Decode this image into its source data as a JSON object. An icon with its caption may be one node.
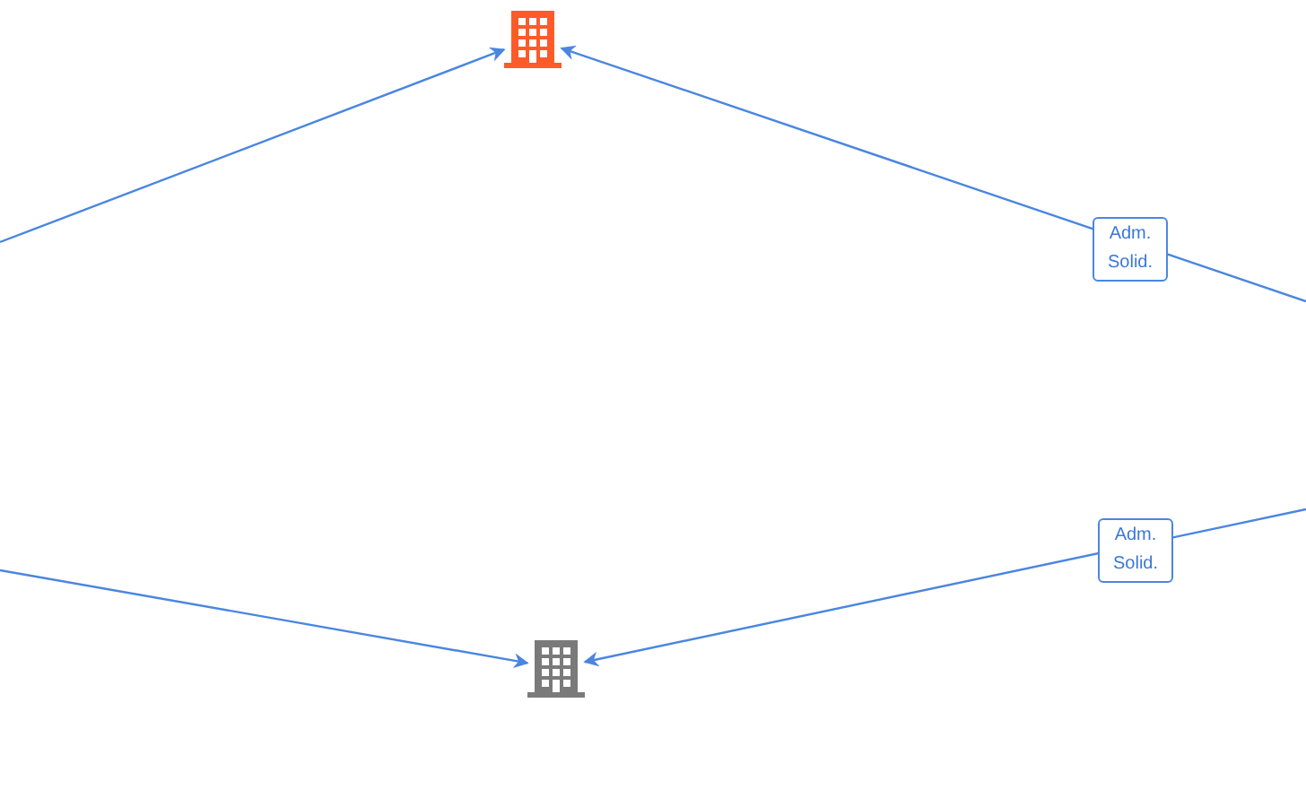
{
  "diagram": {
    "nodes": [
      {
        "text": [],
        "shape": "building"
      },
      {
        "text": [],
        "shape": "building"
      }
    ],
    "edges": [
      {
        "from": null,
        "to": 0,
        "arrow": "to"
      },
      {
        "from": null,
        "to": 0,
        "arrow": "to",
        "label": "Adm. Solid."
      },
      {
        "from": null,
        "to": 1,
        "arrow": "to"
      },
      {
        "from": null,
        "to": 1,
        "arrow": "to",
        "label": "Adm. Solid."
      }
    ]
  }
}
